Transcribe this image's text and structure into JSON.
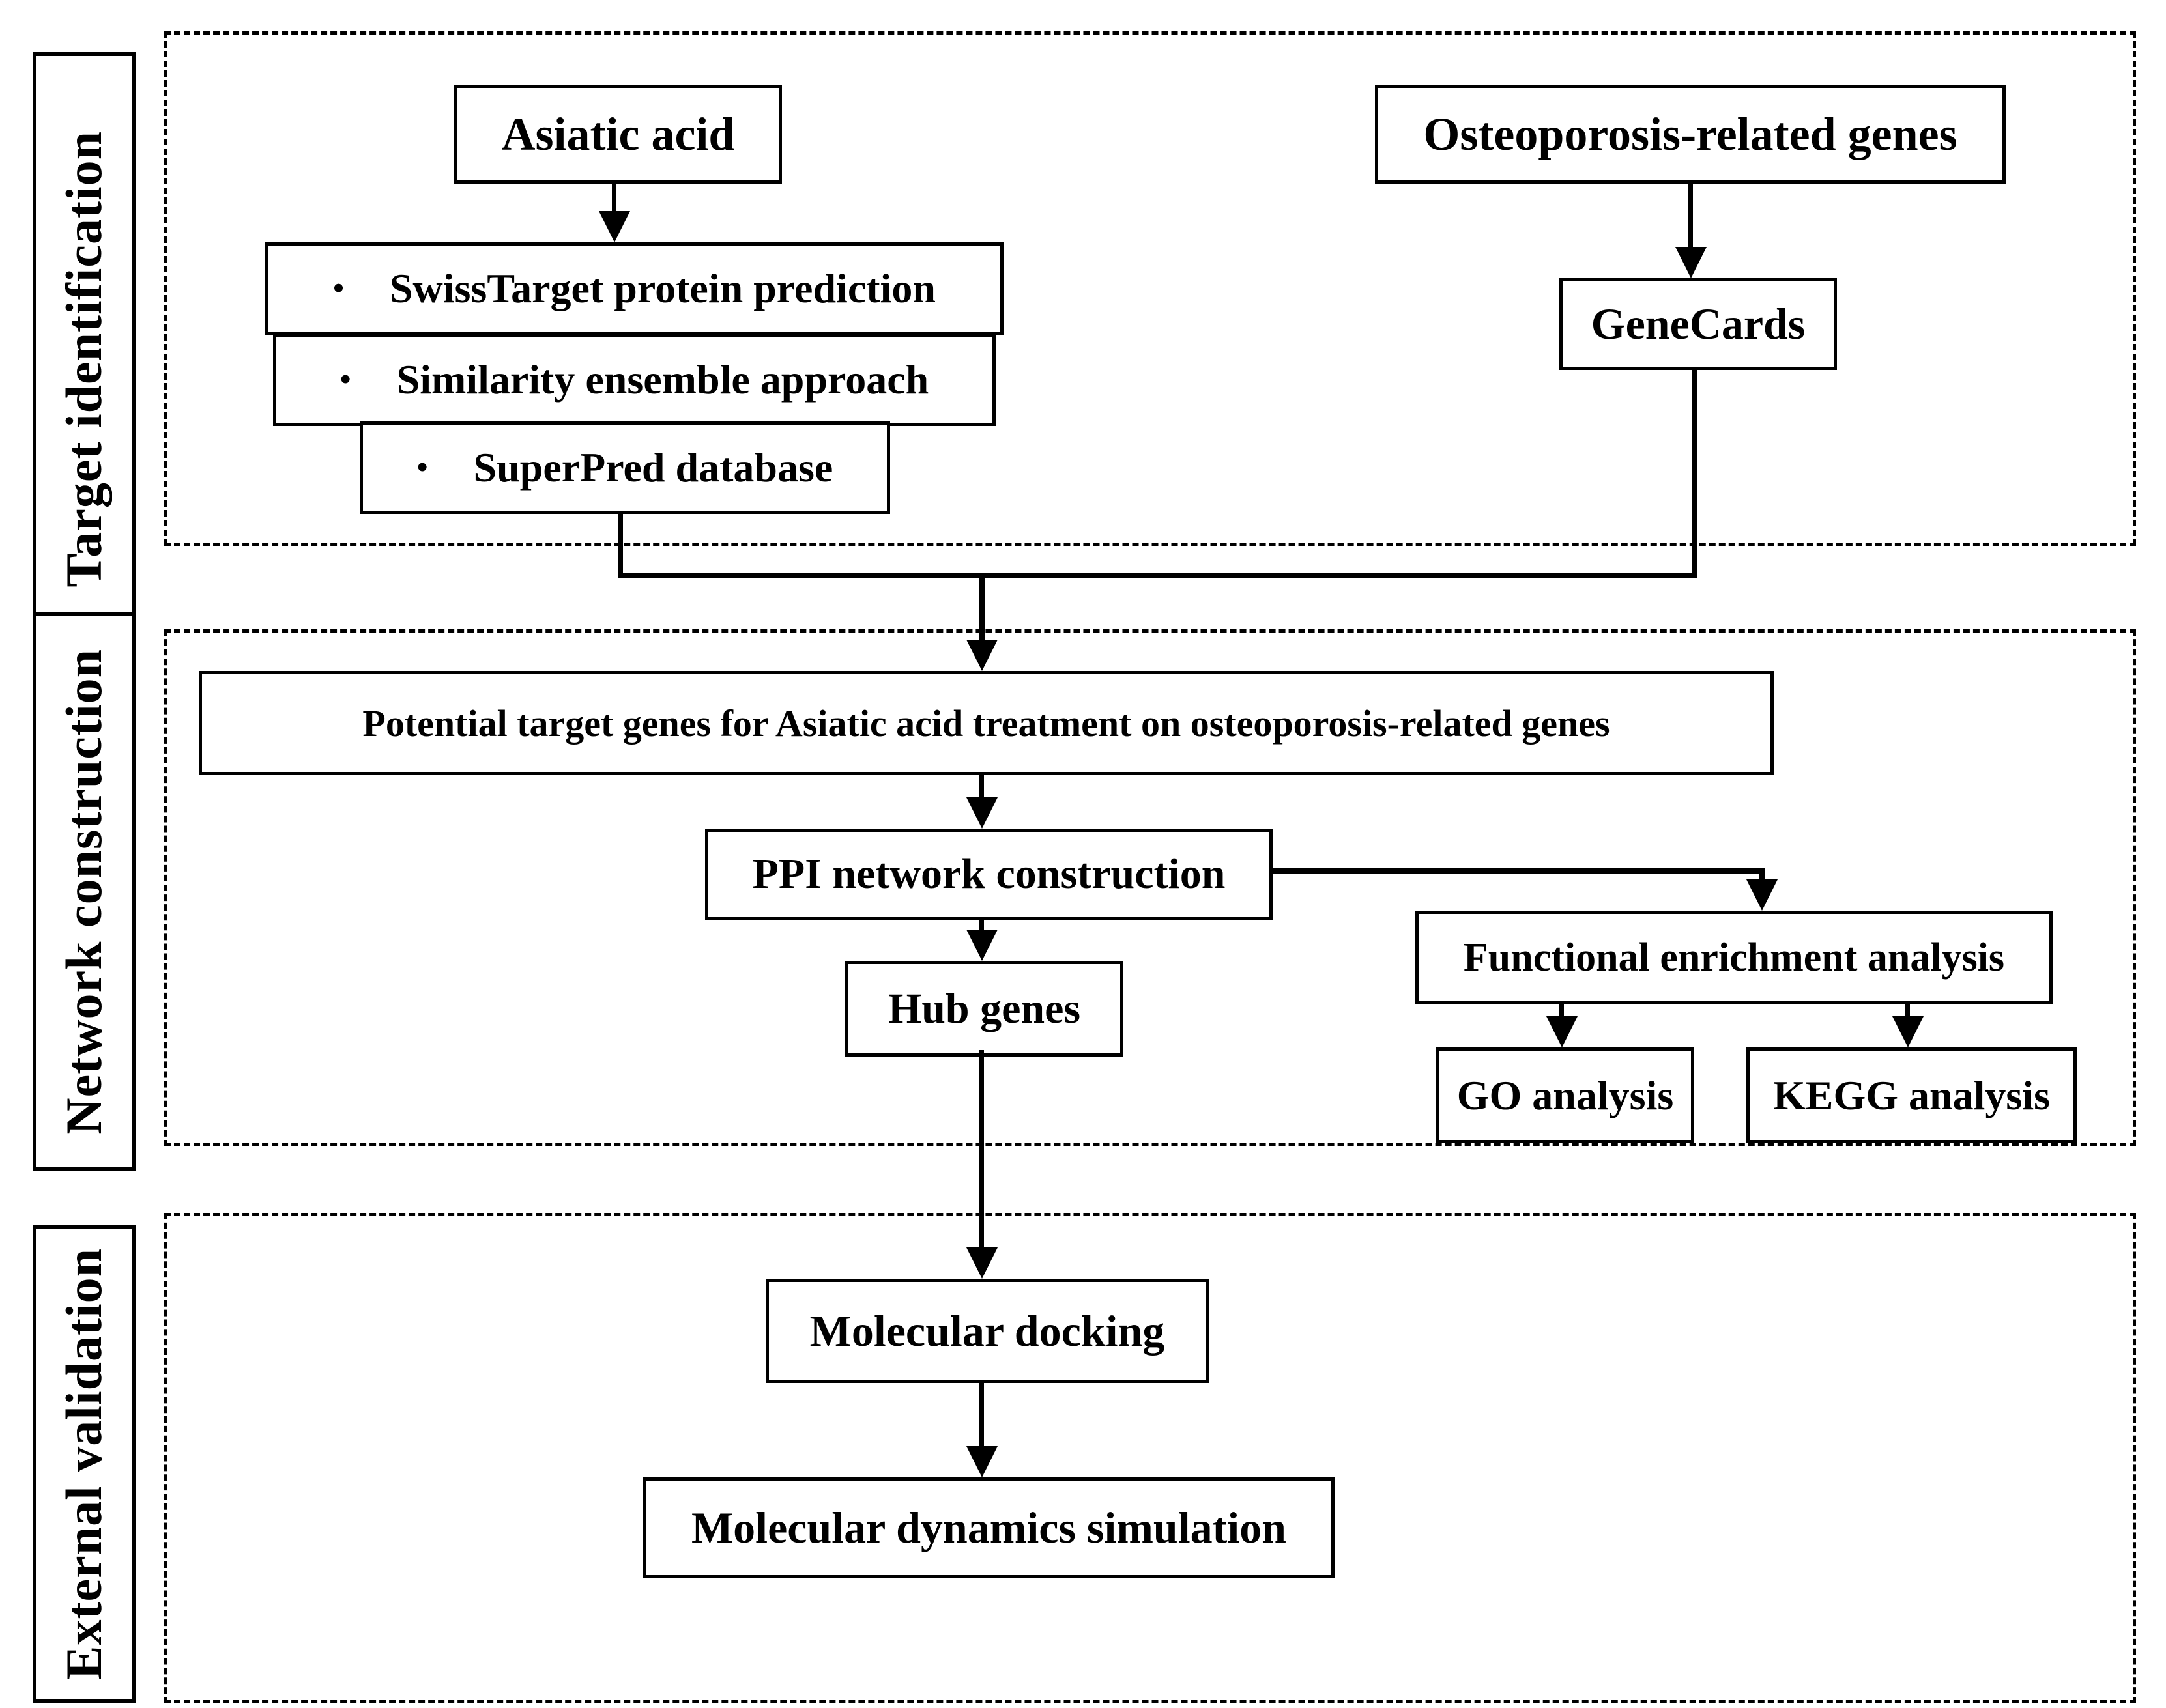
{
  "colors": {
    "ink": "#000000",
    "paper": "#ffffff"
  },
  "glyphs": {
    "bullet": "•"
  },
  "sections": [
    {
      "id": "target-identification",
      "label": "Target identification"
    },
    {
      "id": "network-construction",
      "label": "Network construction"
    },
    {
      "id": "external-validation",
      "label": "External validation"
    }
  ],
  "nodes": {
    "asiatic_acid": "Asiatic acid",
    "osteoporosis_genes": "Osteoporosis-related genes",
    "bullet_items": [
      {
        "label": "SwissTarget protein prediction"
      },
      {
        "label": "Similarity ensemble approach"
      },
      {
        "label": "SuperPred database"
      }
    ],
    "genecards": "GeneCards",
    "potential_targets": "Potential target genes for Asiatic acid treatment on osteoporosis-related genes",
    "ppi": "PPI network construction",
    "hub_genes": "Hub genes",
    "functional_enrichment": "Functional enrichment analysis",
    "go_analysis": "GO analysis",
    "kegg_analysis": "KEGG analysis",
    "molecular_docking": "Molecular docking",
    "molecular_dynamics": "Molecular dynamics simulation"
  }
}
